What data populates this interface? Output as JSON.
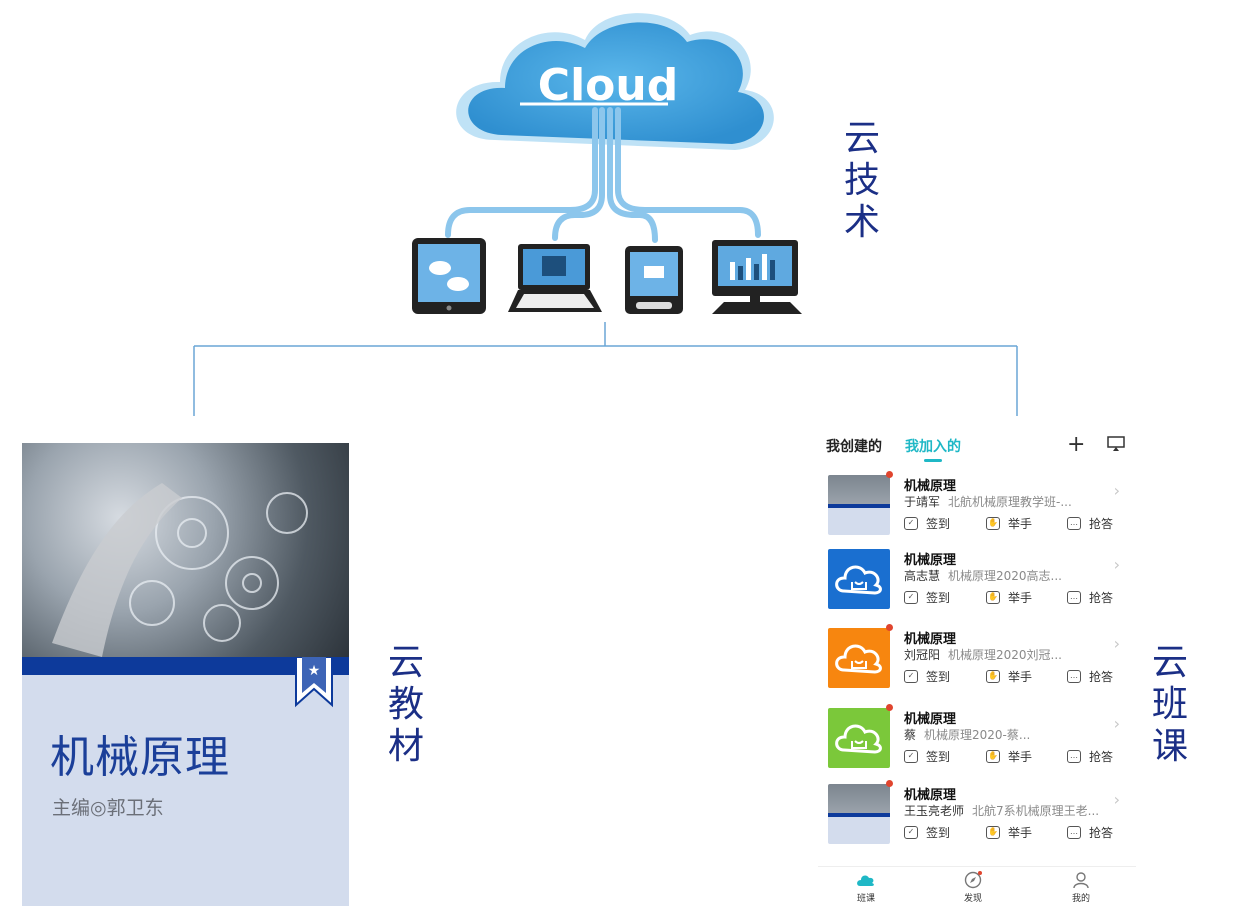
{
  "cloud": {
    "label": "Cloud",
    "caption": [
      "云",
      "技",
      "术"
    ]
  },
  "book": {
    "title": "机械原理",
    "author": "主编◎郭卫东",
    "caption": [
      "云",
      "教",
      "材"
    ]
  },
  "app": {
    "caption": [
      "云",
      "班",
      "课"
    ],
    "tabs": {
      "created": "我创建的",
      "joined": "我加入的"
    },
    "actions": {
      "checkin": "签到",
      "raise_hand": "举手",
      "answer": "抢答"
    },
    "classes": [
      {
        "name": "机械原理",
        "teacher": "于靖军",
        "desc": "北航机械原理教学班-...",
        "thumb": "book-cover",
        "color": "#d5dbe6",
        "has_dot": true
      },
      {
        "name": "机械原理",
        "teacher": "高志慧",
        "desc": "机械原理2020高志...",
        "thumb": "cloud-icon",
        "color": "#1a6fd0",
        "has_dot": false
      },
      {
        "name": "机械原理",
        "teacher": "刘冠阳",
        "desc": "机械原理2020刘冠...",
        "thumb": "cloud-icon",
        "color": "#f7860f",
        "has_dot": true
      },
      {
        "name": "机械原理",
        "teacher": "蔡",
        "desc": "机械原理2020-蔡...",
        "thumb": "cloud-icon",
        "color": "#7bc83a",
        "has_dot": true
      },
      {
        "name": "机械原理",
        "teacher": "王玉亮老师",
        "desc": "北航7系机械原理王老...",
        "thumb": "book-cover",
        "color": "#d5dbe6",
        "has_dot": true
      }
    ],
    "nav": {
      "class": "班课",
      "discover": "发现",
      "mine": "我的"
    },
    "accent": "#1fb8c6"
  }
}
